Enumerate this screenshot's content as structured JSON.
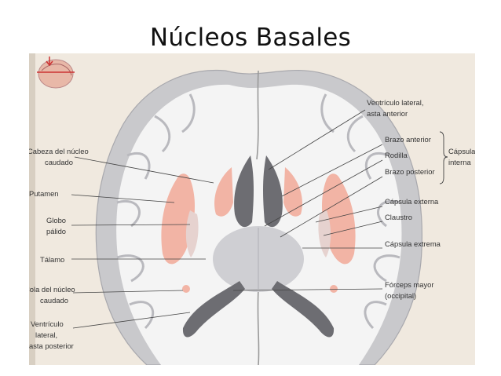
{
  "slide": {
    "title": "Núcleos Basales"
  },
  "labels_left": {
    "cabeza_1": "Cabeza del núcleo",
    "cabeza_2": "caudado",
    "putamen": "Putamen",
    "globo_1": "Globo",
    "globo_2": "pálido",
    "talamo": "Tálamo",
    "cola_1": "Cola del núcleo",
    "cola_2": "caudado",
    "ventriculo_1": "Ventrículo",
    "ventriculo_2": "lateral,",
    "ventriculo_3": "asta posterior"
  },
  "labels_right": {
    "vent_ant_1": "Ventrículo lateral,",
    "vent_ant_2": "asta anterior",
    "brazo_anterior": "Brazo anterior",
    "rodilla": "Rodilla",
    "brazo_posterior": "Brazo posterior",
    "capsula_interna_1": "Cápsula",
    "capsula_interna_2": "interna",
    "capsula_externa": "Cápsula externa",
    "claustro": "Claustro",
    "capsula_extrema": "Cápsula extrema",
    "forceps_1": "Fórceps mayor",
    "forceps_2": "(occipital)"
  },
  "colors": {
    "nuclei": "#f2b4a5",
    "white_matter": "#f4f4f4",
    "gray_matter": "#c9c9cc",
    "background_page": "#f0e9df"
  }
}
